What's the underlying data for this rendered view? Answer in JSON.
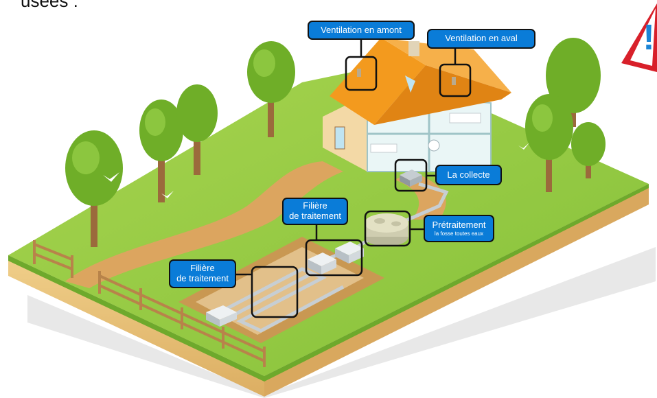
{
  "heading": "usées :",
  "labels": {
    "vent_amont": "Ventilation en amont",
    "vent_aval": "Ventilation en aval",
    "collecte": "La collecte",
    "pretraitement": "Prétraitement",
    "pretraitement_sub": "la fosse toutes eaux",
    "filiere_top_l1": "Filière",
    "filiere_top_l2": "de traitement",
    "filiere_left_l1": "Filière",
    "filiere_left_l2": "de traitement"
  },
  "warning_sign": {
    "symbol": "!",
    "icon": "warning-triangle-icon"
  },
  "colors": {
    "label_bg": "#0a7cd8",
    "grass": "#8cc63f",
    "soil": "#e8c27a",
    "roof": "#f39a1e",
    "warning": "#d8202a"
  }
}
